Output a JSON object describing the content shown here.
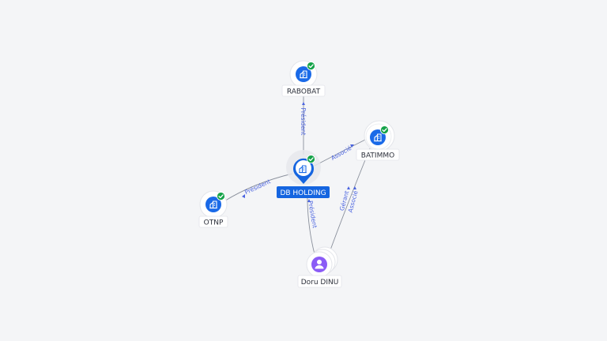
{
  "nodes": {
    "rabobat": {
      "label": "RABOBAT",
      "icon": "company-icon",
      "verified": true
    },
    "batimmo": {
      "label": "BATIMMO",
      "icon": "company-icon",
      "verified": true
    },
    "db_holding": {
      "label": "DB HOLDING",
      "icon": "company-icon",
      "verified": true,
      "selected": true
    },
    "otnp": {
      "label": "OTNP",
      "icon": "company-icon",
      "verified": true
    },
    "doru_dinu": {
      "label": "Doru DINU",
      "icon": "person-icon"
    }
  },
  "edges": {
    "db_rabobat": "Président",
    "db_batimmo": "Associé",
    "db_otnp": "Président",
    "doru_db": "Président",
    "doru_batimmo_1": "Gérant",
    "doru_batimmo_2": "Associé"
  },
  "colors": {
    "company": "#1a6ae8",
    "person": "#8b5cf6",
    "verified": "#16a34a",
    "selected_label_bg": "#1565e0",
    "edge": "#8a909c",
    "edge_label": "#4a63e0",
    "background": "#f4f5f7"
  }
}
